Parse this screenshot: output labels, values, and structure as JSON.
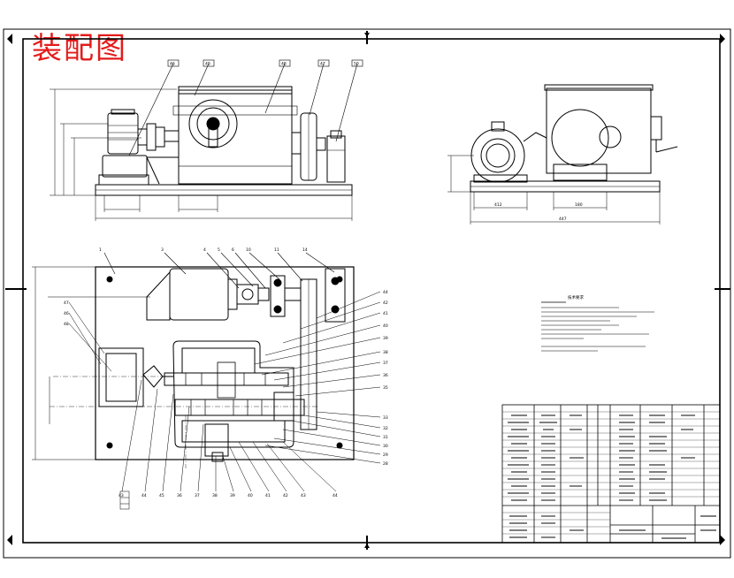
{
  "drawing": {
    "title": "装配图",
    "title_color": "#e31b1b",
    "line_color": "#000000",
    "front_view_balloons": [
      "46",
      "49",
      "48",
      "47",
      "50"
    ],
    "side_view_labels": [
      "412",
      "180",
      "447"
    ],
    "plan_view_balloons_top": [
      "1",
      "3",
      "4",
      "5",
      "6",
      "10",
      "11",
      "14"
    ],
    "plan_view_balloons_left": [
      "47",
      "46",
      "48"
    ],
    "plan_view_balloons_right": [
      "44",
      "42",
      "41",
      "40",
      "39",
      "38",
      "37",
      "36",
      "35",
      "33",
      "32",
      "31",
      "30",
      "29",
      "28"
    ],
    "plan_view_balloons_bottom": [
      "43",
      "44",
      "45",
      "36",
      "37",
      "38",
      "39",
      "40",
      "41",
      "42",
      "43",
      "44"
    ],
    "tech_requirements_title": "技术要求"
  }
}
